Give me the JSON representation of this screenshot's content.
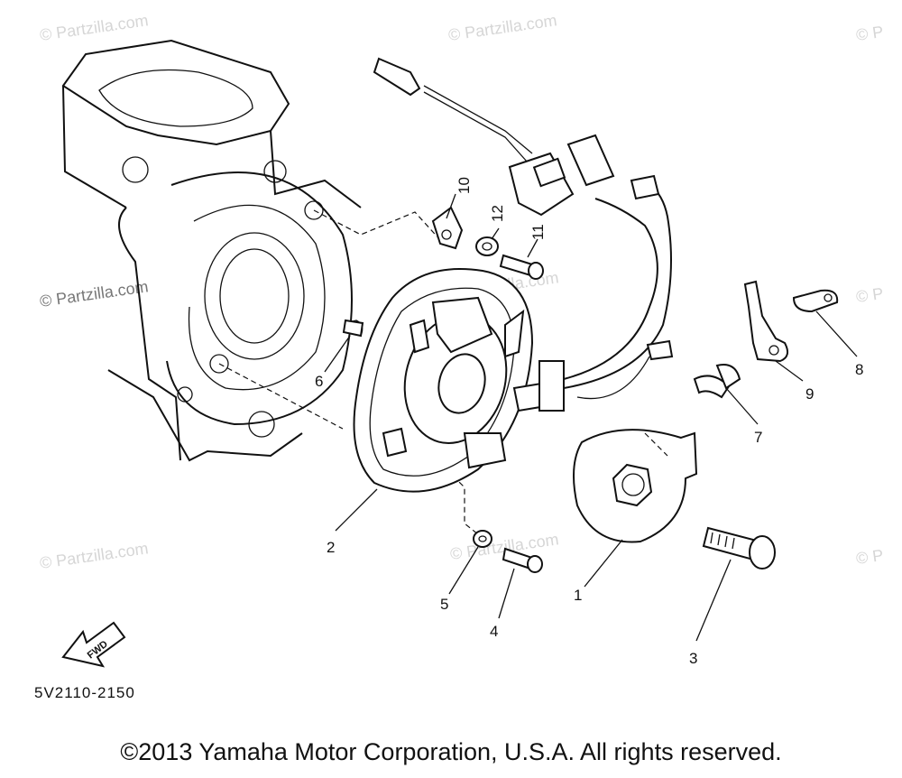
{
  "watermarks": [
    "© Partzilla.com",
    "© Partzilla.com",
    "© P",
    "© Partzilla.com",
    "© Partzilla.com",
    "© P",
    "© Partzilla.com",
    "© Partzilla.com",
    "© P"
  ],
  "callouts": [
    "1",
    "2",
    "3",
    "4",
    "5",
    "6",
    "7",
    "8",
    "9",
    "10",
    "11",
    "12"
  ],
  "forward_label": "FWD",
  "diagram_code": "5V2110-2150",
  "copyright": "©2013 Yamaha Motor Corporation, U.S.A. All rights reserved."
}
